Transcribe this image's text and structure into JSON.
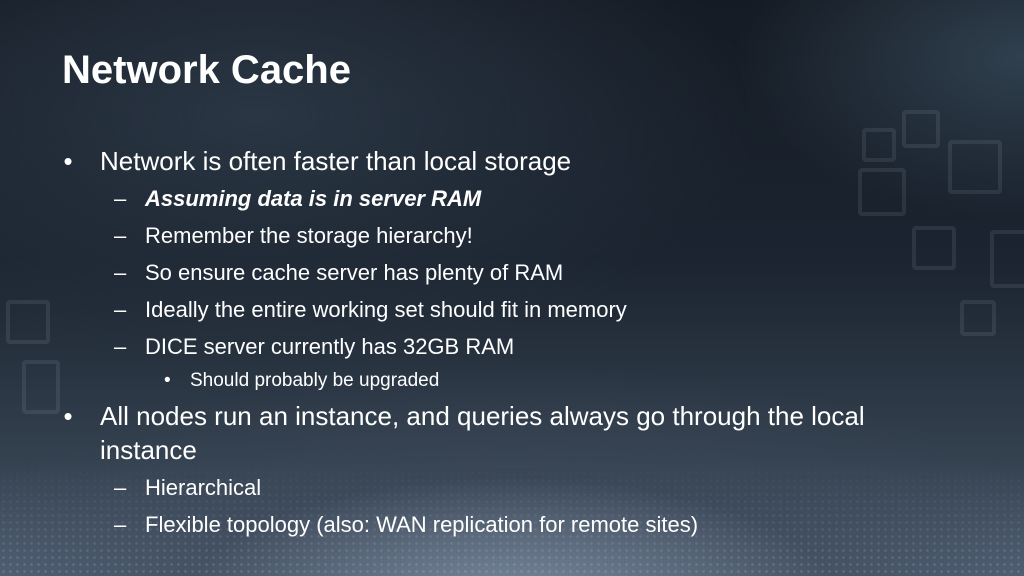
{
  "slide": {
    "title": "Network Cache",
    "bullets": [
      {
        "marker": "•",
        "text": "Network is often faster than local storage",
        "children": [
          {
            "marker": "–",
            "text": "Assuming data is in server RAM",
            "emphasis": true
          },
          {
            "marker": "–",
            "text": "Remember the storage hierarchy!"
          },
          {
            "marker": "–",
            "text": "So ensure cache server has plenty of RAM"
          },
          {
            "marker": "–",
            "text": "Ideally the entire working set should fit in memory"
          },
          {
            "marker": "–",
            "text": "DICE server currently has 32GB RAM",
            "children": [
              {
                "marker": "•",
                "text": "Should probably be upgraded"
              }
            ]
          }
        ]
      },
      {
        "marker": "•",
        "text": "All nodes run an instance, and queries always go through the local instance",
        "children": [
          {
            "marker": "–",
            "text": "Hierarchical"
          },
          {
            "marker": "–",
            "text": "Flexible topology (also: WAN replication for remote sites)"
          }
        ]
      }
    ]
  }
}
